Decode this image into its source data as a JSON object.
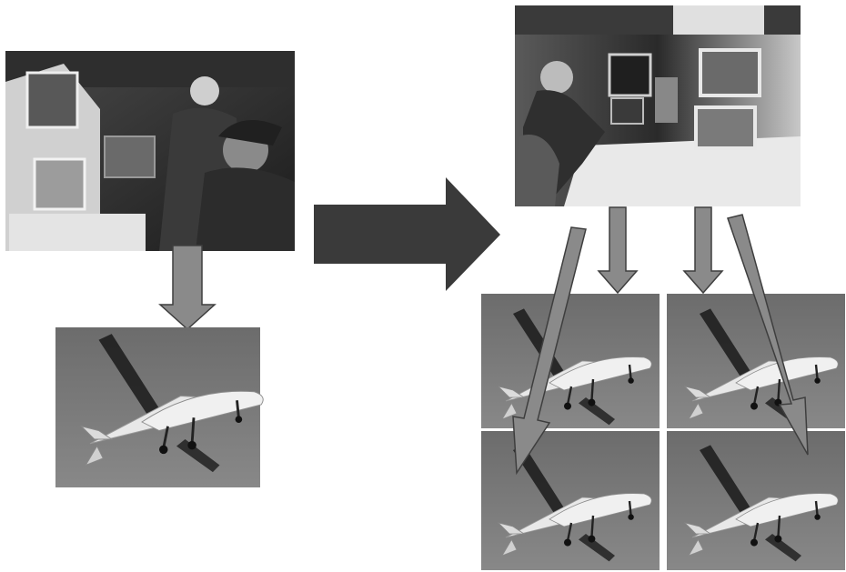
{
  "diagram": {
    "left_photo": {
      "icon": "control-room-two-operators-photo"
    },
    "right_photo": {
      "icon": "control-station-single-operator-photo"
    },
    "single_drone_tile": {
      "icon": "drone-photo"
    },
    "drone_grid": {
      "tiles": [
        "drone-photo",
        "drone-photo",
        "drone-photo",
        "drone-photo"
      ]
    },
    "big_arrow": {
      "icon": "right-arrow-icon"
    },
    "arrow_colors": {
      "fill": "#8a8a8a",
      "stroke": "#3e3e3e",
      "big": "#3a3a3a"
    },
    "tile_colors": {
      "sky": "#7a7a7a",
      "sky_dark": "#5c5c5c",
      "divider": "#ffffff"
    }
  }
}
